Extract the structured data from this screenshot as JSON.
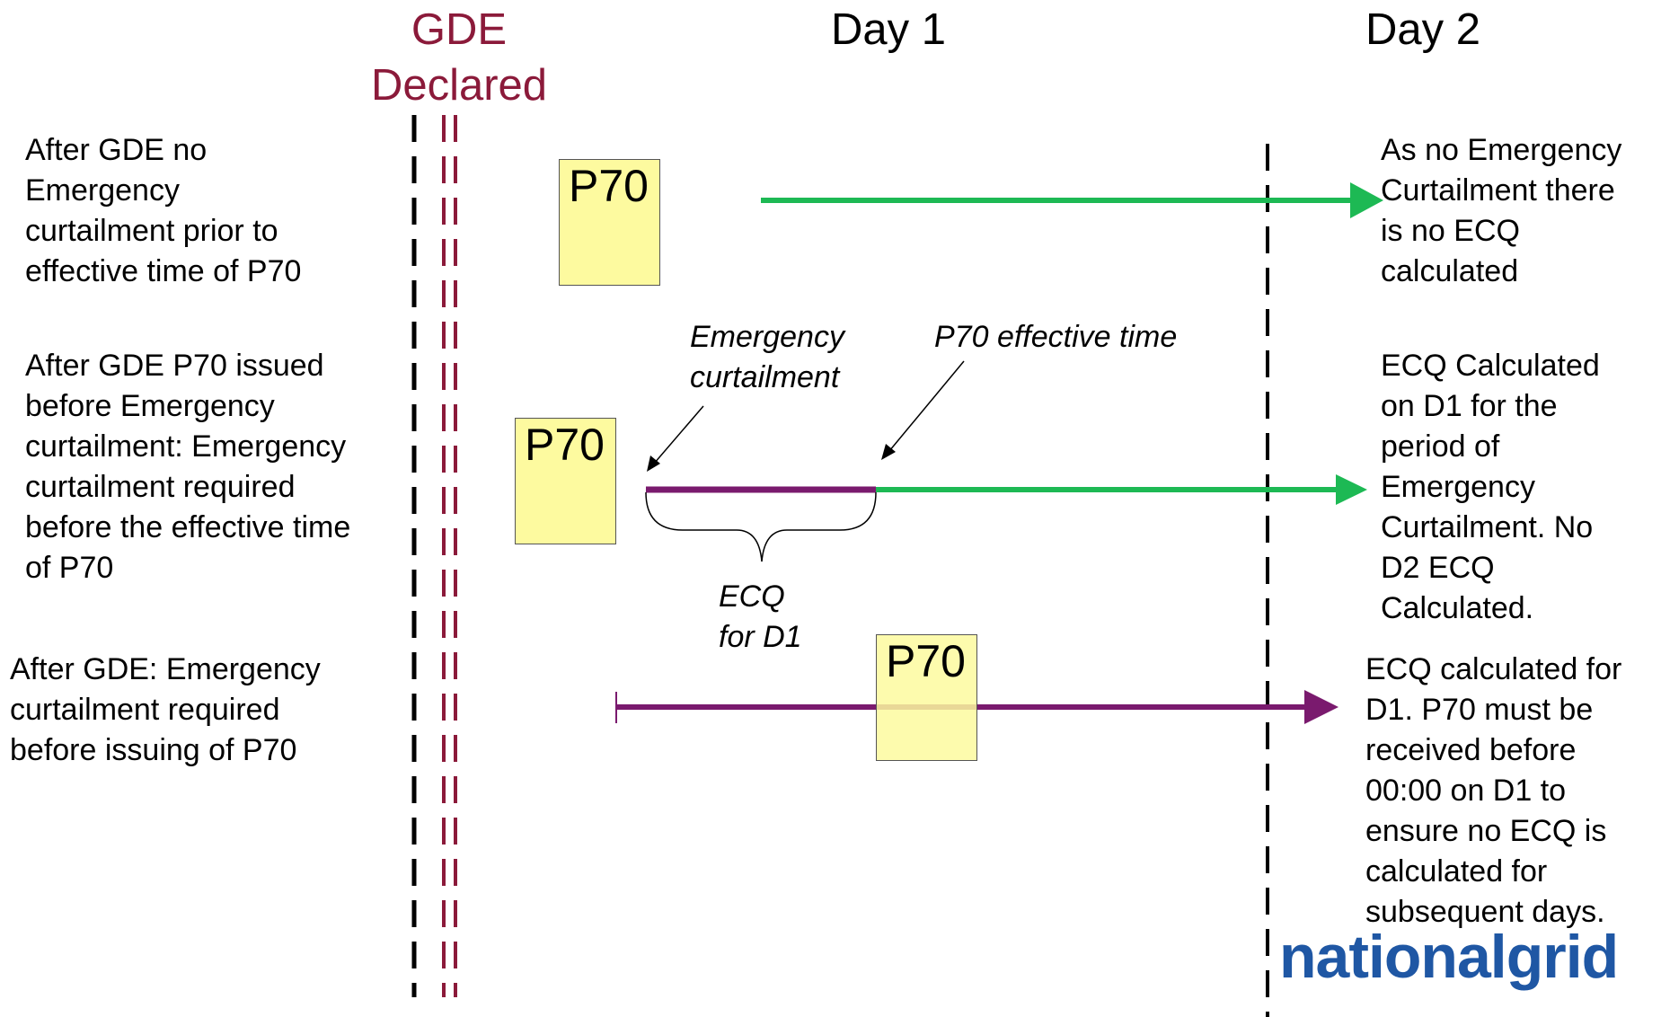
{
  "headers": {
    "gde_line1": "GDE",
    "gde_line2": "Declared",
    "day1": "Day 1",
    "day2": "Day 2"
  },
  "rows": [
    {
      "left_lines": [
        "After GDE no",
        "Emergency",
        "curtailment prior to",
        "effective time of P70"
      ],
      "box_label": "P70",
      "right_lines": [
        "As no Emergency",
        "Curtailment there",
        "is no ECQ",
        "calculated"
      ]
    },
    {
      "left_lines": [
        "After GDE P70 issued",
        "before Emergency",
        "curtailment: Emergency",
        "curtailment required",
        "before the effective time",
        "of P70"
      ],
      "box_label": "P70",
      "right_lines": [
        "ECQ Calculated",
        "on D1 for the",
        "period of",
        "Emergency",
        "Curtailment. No",
        "D2 ECQ",
        "Calculated."
      ]
    },
    {
      "left_lines": [
        "After GDE: Emergency",
        "curtailment required",
        "before issuing of P70"
      ],
      "box_label": "P70",
      "right_lines": [
        "ECQ calculated for",
        "D1. P70 must be",
        "received before",
        "00:00 on D1 to",
        "ensure no ECQ is",
        "calculated for",
        "subsequent days."
      ]
    }
  ],
  "annotations": {
    "emergency_line1": "Emergency",
    "emergency_line2": "curtailment",
    "effective_time": "P70 effective time",
    "ecq_line1": "ECQ",
    "ecq_line2": "for D1"
  },
  "logo": {
    "part1": "national",
    "part2": "grid"
  },
  "colors": {
    "gde_red": "#8b1a3a",
    "green_arrow": "#1db954",
    "purple_line": "#7a1a6e",
    "p70_box": "#fdfa9f",
    "logo_blue": "#1f57a4"
  }
}
